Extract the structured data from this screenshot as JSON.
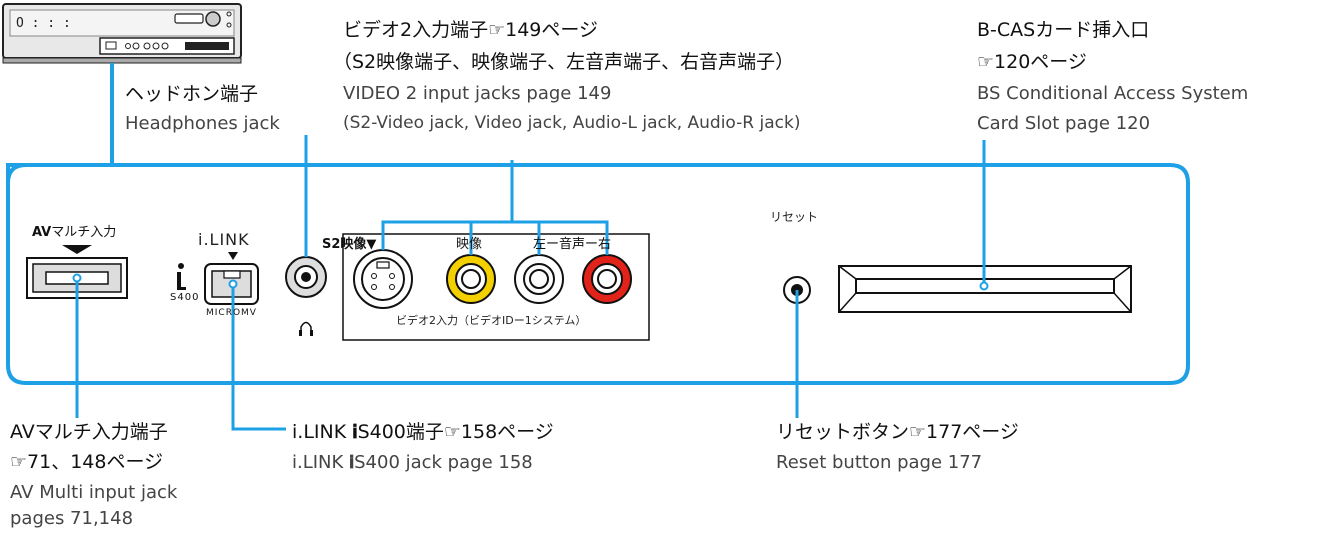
{
  "tv_mini": {
    "left_label": "O : : :"
  },
  "callouts": {
    "headphones": {
      "jp": "ヘッドホン端子",
      "en": "Headphones jack"
    },
    "video2": {
      "jp_line1": "ビデオ2入力端子☞149ページ",
      "jp_line2": "（S2映像端子、映像端子、左音声端子、右音声端子）",
      "en_line1": "VIDEO 2 input jacks page 149",
      "en_line2": "(S2-Video jack, Video jack, Audio-L jack, Audio-R jack)"
    },
    "bcas": {
      "jp_line1": "B-CASカード挿入口",
      "jp_line2": "☞120ページ",
      "en_line1": "BS Conditional Access System",
      "en_line2": "Card Slot  page 120"
    },
    "av_multi": {
      "jp_line1": "AVマルチ入力端子",
      "jp_line2": "☞71、148ページ",
      "en_line1": "AV Multi input jack",
      "en_line2": "pages 71,148"
    },
    "ilink": {
      "jp_pre": "i.LINK",
      "jp_post": "S400端子☞158ページ",
      "en_pre": "i.LINK",
      "en_post": "S400 jack  page 158"
    },
    "reset": {
      "jp": "リセットボタン☞177ページ",
      "en": "Reset button  page 177"
    }
  },
  "panel": {
    "av_label_bold": "AV",
    "av_label_rest": "マルチ入力",
    "ilink_label": "i.LINK",
    "s400": "S400",
    "micromv": "MICROMV",
    "s2_label": "S2映像▼",
    "video_label": "映像",
    "audio_label": "左ー音声ー右",
    "video2_caption": "ビデオ2入力（ビデオIDー1システム）",
    "reset_label": "リセット"
  },
  "colors": {
    "frame": "#1ea0e6",
    "video_jack": "#f4d000",
    "audio_r_jack": "#e2231a",
    "audio_l_jack": "#ffffff"
  },
  "icons": [
    "headphones-icon",
    "ilink-icon"
  ]
}
